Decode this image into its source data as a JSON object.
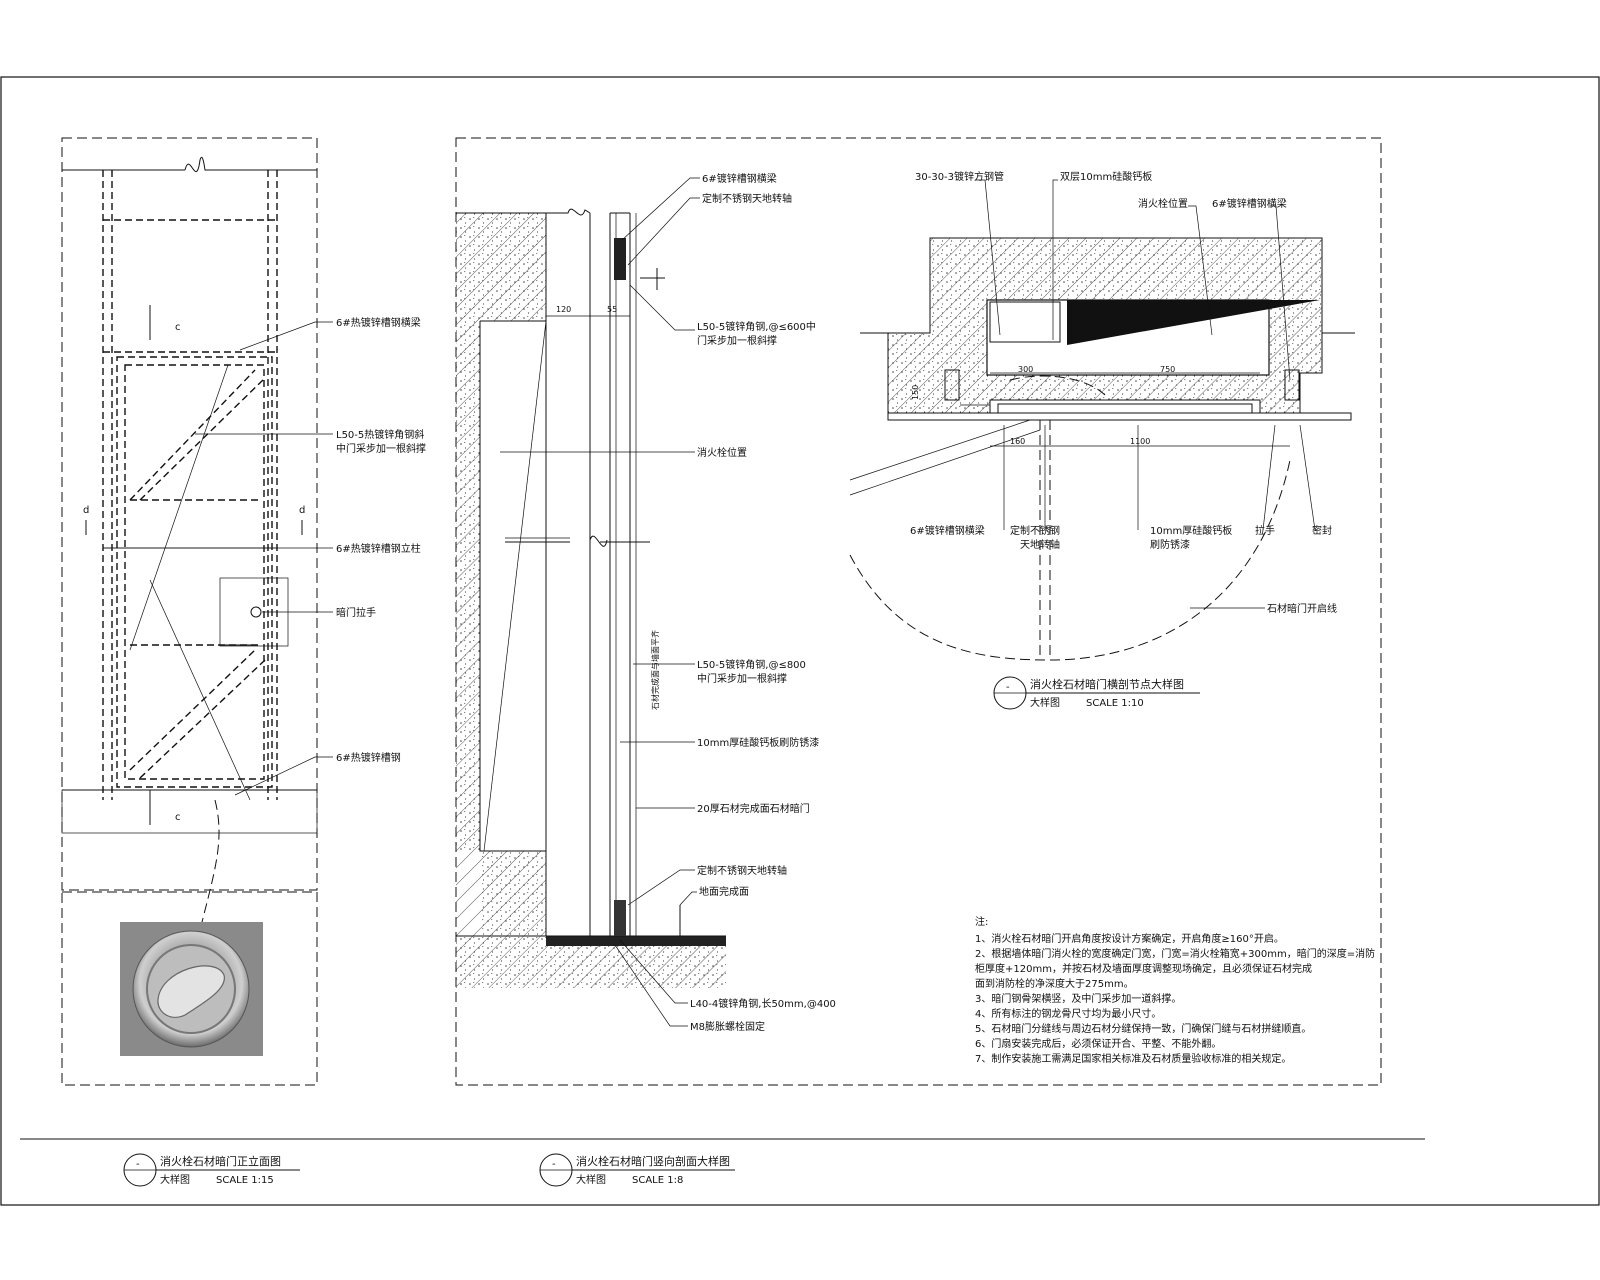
{
  "elevation": {
    "labels": {
      "beam": "6#热镀锌槽钢横梁",
      "angle_brace": "L50-5热镀锌角钢斜",
      "angle_brace_2": "中门采步加一根斜撑",
      "column": "6#热镀锌槽钢立柱",
      "handle": "暗门拉手",
      "bottom_steel": "6#热镀锌槽钢"
    },
    "section_marks": {
      "top_c": "c",
      "bottom_c": "c",
      "left_d": "d",
      "right_d": "d"
    }
  },
  "section": {
    "labels": {
      "l1": "6#镀锌槽钢横梁",
      "l2": "定制不锈钢天地转轴",
      "l3": "L50-5镀锌角钢,@≤600中",
      "l3b": "门采步加一根斜撑",
      "l4": "消火栓位置",
      "l5": "L50-5镀锌角钢,@≤800",
      "l5b": "中门采步加一根斜撑",
      "l6": "10mm厚硅酸钙板刷防锈漆",
      "l7": "20厚石材完成面石材暗门",
      "l8": "定制不锈钢天地转轴",
      "l9": "地面完成面",
      "l10": "L40-4镀锌角钢,长50mm,@400",
      "l11": "M8膨胀螺栓固定",
      "vertical": "石材完成面与墙面平齐",
      "dim_120": "120",
      "dim_55": "55"
    }
  },
  "plan": {
    "labels": {
      "t1": "30-30-3镀锌方钢管",
      "t2": "双层10mm硅酸钙板",
      "t3": "消火栓位置",
      "t4": "6#镀锌槽钢横梁",
      "b1": "6#镀锌槽钢横梁",
      "b2": "定制不锈钢",
      "b2b": "天地转轴",
      "b3": "10mm厚硅酸钙板",
      "b3b": "刷防锈漆",
      "b4": "拉手",
      "b5": "密封",
      "arc": "石材暗门开启线",
      "dim_300": "300",
      "dim_750": "750",
      "dim_1100": "1100",
      "dim_160": "160",
      "dim_150": "150"
    },
    "title": {
      "main": "消火栓石材暗门横剖节点大样图",
      "sub": "大样图",
      "scale": "SCALE  1:10",
      "num": "-"
    }
  },
  "notes": {
    "heading": "注:",
    "items": [
      "1、消火栓石材暗门开启角度按设计方案确定，开启角度≥160°开启。",
      "2、根据墙体暗门消火栓的宽度确定门宽，门宽=消火栓箱宽+300mm，暗门的深度=消防",
      "柜厚度+120mm，并按石材及墙面厚度调整现场确定，且必须保证石材完成",
      "面到消防栓的净深度大于275mm。",
      "3、暗门钢骨架横竖，及中门采步加一道斜撑。",
      "4、所有标注的钢龙骨尺寸均为最小尺寸。",
      "5、石材暗门分缝线与周边石材分缝保持一致，门确保门缝与石材拼缝顺直。",
      "6、门扇安装完成后，必须保证开合、平整、不能外翻。",
      "7、制作安装施工需满足国家相关标准及石材质量验收标准的相关规定。"
    ]
  },
  "bottom_titles": [
    {
      "main": "消火栓石材暗门正立面图",
      "sub": "大样图",
      "scale": "SCALE  1:15",
      "num": "-"
    },
    {
      "main": "消火栓石材暗门竖向剖面大样图",
      "sub": "大样图",
      "scale": "SCALE  1:8",
      "num": "-"
    }
  ]
}
